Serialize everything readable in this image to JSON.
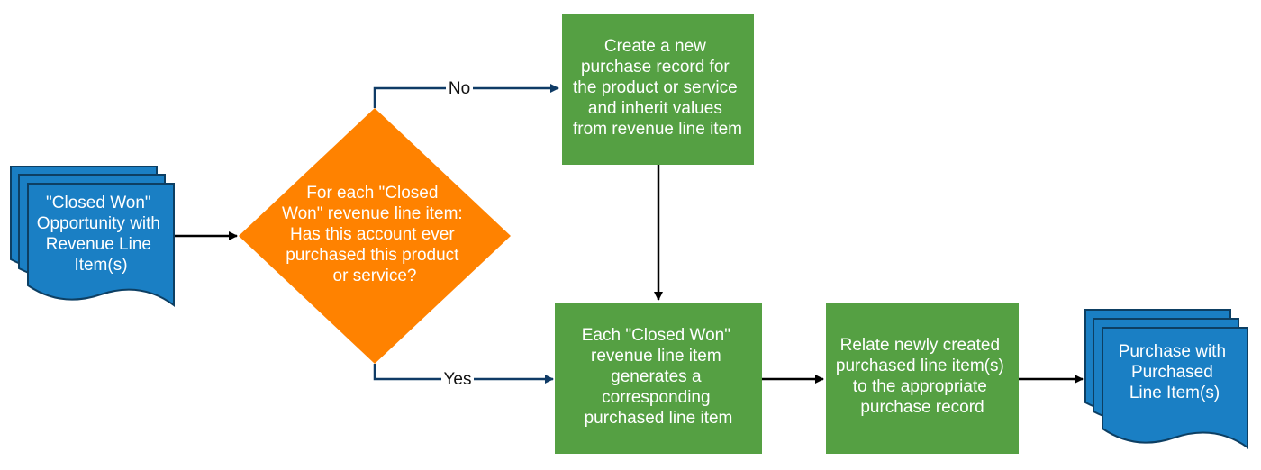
{
  "colors": {
    "document": "#1a7fc4",
    "document_outline": "#0d3f63",
    "decision": "#ff8200",
    "process": "#55a043",
    "connector_yes_no": "#0f3b66",
    "connector": "#000000",
    "text_on_shape": "#ffffff"
  },
  "nodes": {
    "input_doc": {
      "shape": "multi-document",
      "lines": [
        "\"Closed Won\"",
        "Opportunity with",
        "Revenue Line",
        "Item(s)"
      ]
    },
    "decision": {
      "shape": "diamond",
      "lines": [
        "For each \"Closed",
        "Won\" revenue line item:",
        "Has this account ever",
        "purchased this product",
        "or service?"
      ]
    },
    "create_record": {
      "shape": "process",
      "lines": [
        "Create a new",
        "purchase record for",
        "the product or service",
        "and inherit values",
        "from revenue line item"
      ]
    },
    "generate_item": {
      "shape": "process",
      "lines": [
        "Each \"Closed Won\"",
        "revenue line item",
        "generates a",
        "corresponding",
        "purchased line item"
      ]
    },
    "relate_item": {
      "shape": "process",
      "lines": [
        "Relate newly created",
        "purchased line item(s)",
        "to the appropriate",
        "purchase record"
      ]
    },
    "output_doc": {
      "shape": "multi-document",
      "lines": [
        "Purchase with",
        "Purchased",
        "Line Item(s)"
      ]
    }
  },
  "edges": {
    "no_label": "No",
    "yes_label": "Yes"
  }
}
